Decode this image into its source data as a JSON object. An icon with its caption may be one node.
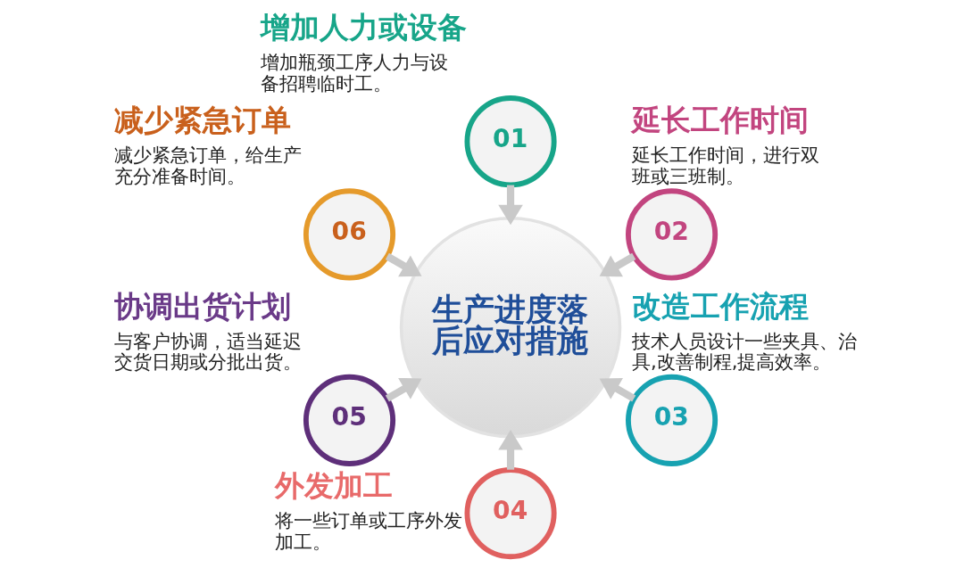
{
  "diagram": {
    "nodes": [
      {
        "text": [
          "生产进度落后应对措施"
        ]
      },
      {
        "text": [
          "01"
        ],
        "beside": [
          "增加人力或设备",
          "增加瓶颈工序人力与设备招聘临时工。"
        ]
      },
      {
        "text": [
          "02"
        ],
        "beside": [
          "延长工作时间",
          "延长工作时间，进行双班或三班制。"
        ]
      },
      {
        "text": [
          "03"
        ],
        "beside": [
          "改造工作流程",
          "技术人员设计一些夹具、治具,改善制程,提高效率。"
        ]
      },
      {
        "text": [
          "04"
        ],
        "beside": [
          "外发加工",
          "将一些订单或工序外发加工。"
        ]
      },
      {
        "text": [
          "05"
        ],
        "beside": [
          "协调出货计划",
          "与客户协调，适当延迟交货日期或分批出货。"
        ]
      },
      {
        "text": [
          "06"
        ],
        "beside": [
          "减少紧急订单",
          "减少紧急订单，给生产充分准备时间。"
        ]
      }
    ],
    "edges": [
      {
        "from": 1,
        "to": 0,
        "arrow": "to"
      },
      {
        "from": 2,
        "to": 0,
        "arrow": "to"
      },
      {
        "from": 3,
        "to": 0,
        "arrow": "to"
      },
      {
        "from": 4,
        "to": 0,
        "arrow": "to"
      },
      {
        "from": 5,
        "to": 0,
        "arrow": "to"
      },
      {
        "from": 6,
        "to": 0,
        "arrow": "to"
      }
    ]
  }
}
